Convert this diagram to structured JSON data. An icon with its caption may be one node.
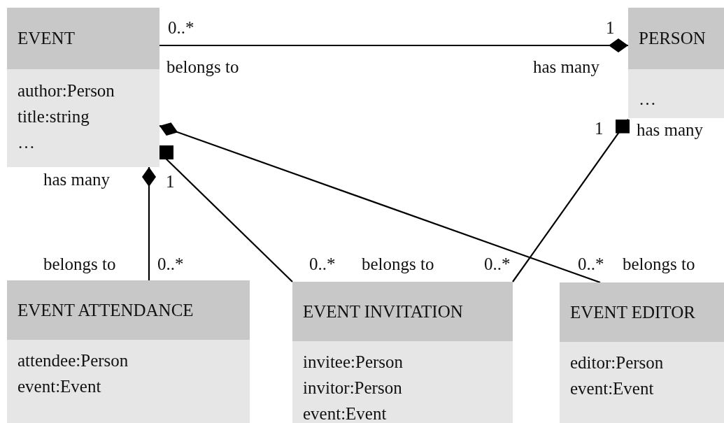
{
  "diagram": {
    "nodes": [
      {
        "text": [
          "EVENT",
          "author:Person title:string …"
        ]
      },
      {
        "text": [
          "PERSON",
          "…"
        ]
      },
      {
        "text": [
          "EVENT ATTENDANCE",
          "attendee:Person event:Event"
        ]
      },
      {
        "text": [
          "EVENT INVITATION",
          "invitee:Person invitor:Person event:Event"
        ]
      },
      {
        "text": [
          "EVENT EDITOR",
          "editor:Person event:Event"
        ]
      }
    ],
    "edges": [
      {
        "from": 0,
        "to": 1,
        "arrow": "other"
      },
      {
        "from": 2,
        "to": 0,
        "arrow": "other"
      },
      {
        "from": 3,
        "to": 0,
        "arrow": "other"
      },
      {
        "from": 3,
        "to": 1,
        "arrow": "other"
      },
      {
        "from": 4,
        "to": 0,
        "arrow": "other"
      }
    ],
    "labels": [
      "0..*",
      "1",
      "belongs to",
      "has many",
      "1",
      "has many",
      "has many",
      "1",
      "belongs to",
      "0..*",
      "0..*",
      "belongs to",
      "0..*",
      "0..*",
      "belongs to"
    ]
  }
}
